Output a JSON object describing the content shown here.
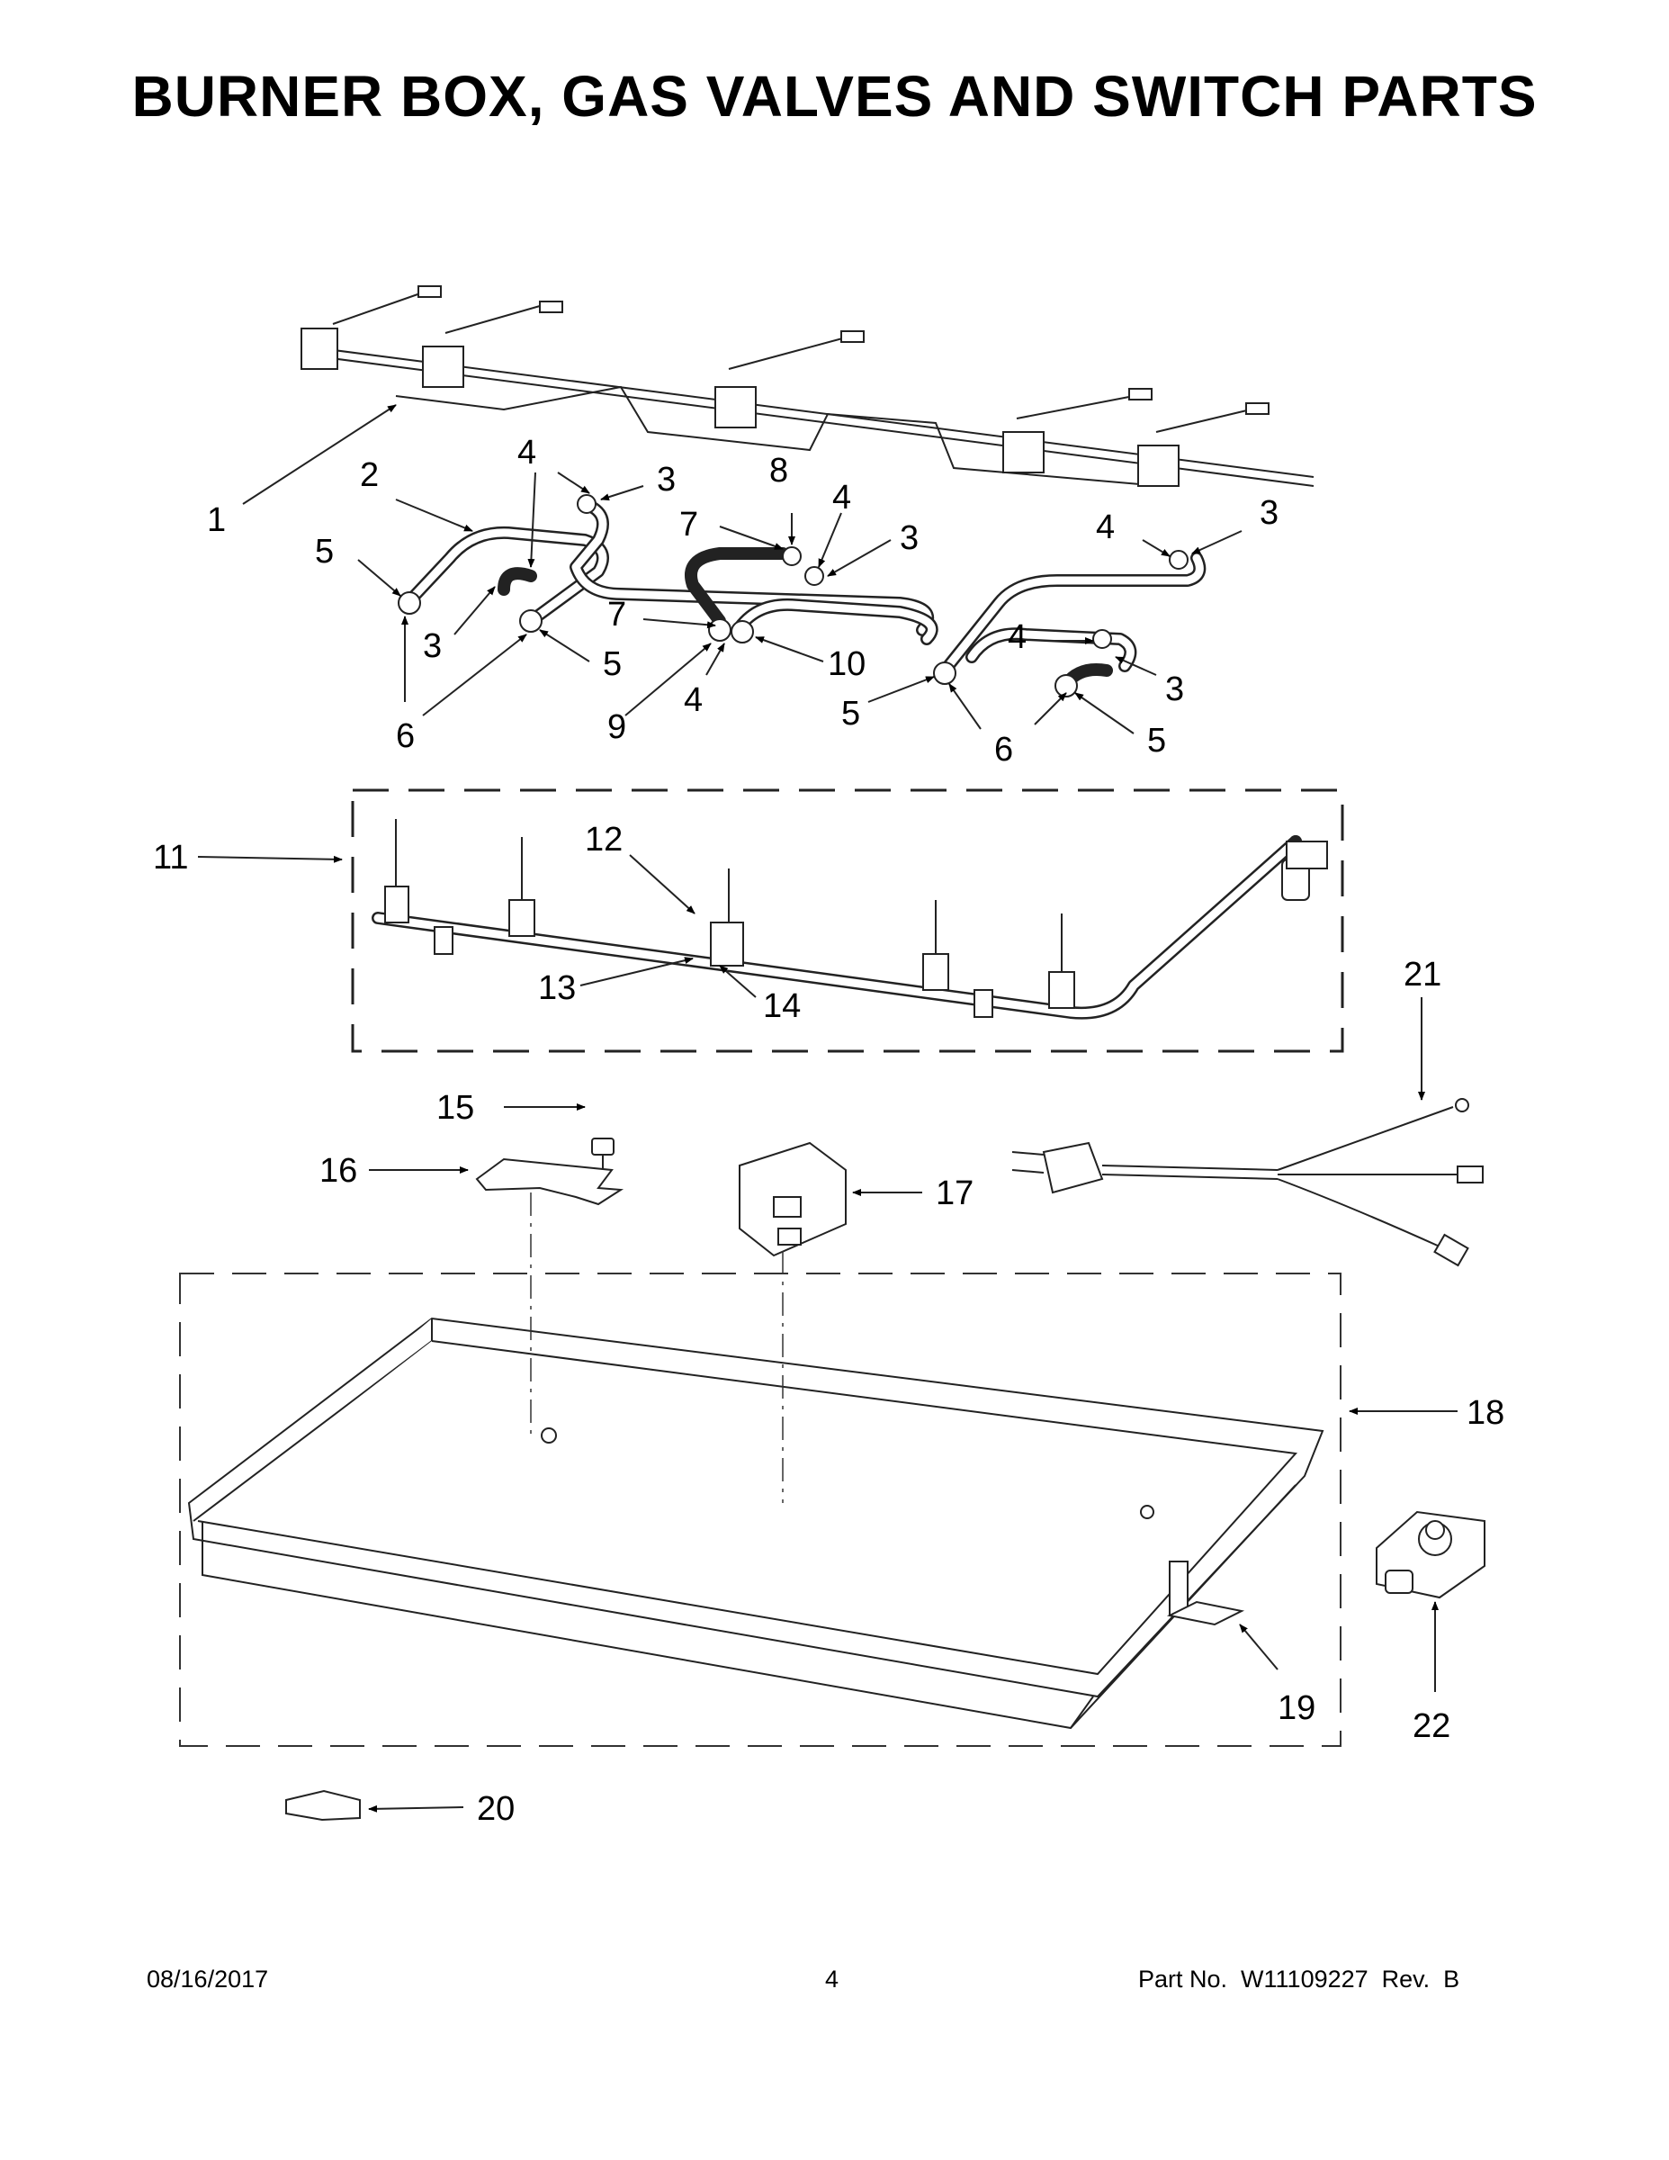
{
  "page": {
    "title": "BURNER BOX, GAS VALVES AND SWITCH PARTS",
    "footer": {
      "date": "08/16/2017",
      "page_number": "4",
      "part_info": "Part No.  W11109227  Rev.  B"
    }
  },
  "callouts": {
    "c1": "1",
    "c2": "2",
    "c3a": "3",
    "c3b": "3",
    "c3c": "3",
    "c3d": "3",
    "c3e": "3",
    "c4a": "4",
    "c4b": "4",
    "c4c": "4",
    "c4d": "4",
    "c4e": "4",
    "c5a": "5",
    "c5b": "5",
    "c5c": "5",
    "c5d": "5",
    "c6a": "6",
    "c6b": "6",
    "c7a": "7",
    "c7b": "7",
    "c8": "8",
    "c9": "9",
    "c10": "10",
    "c11": "11",
    "c12": "12",
    "c13": "13",
    "c14": "14",
    "c15": "15",
    "c16": "16",
    "c17": "17",
    "c18": "18",
    "c19": "19",
    "c20": "20",
    "c21": "21",
    "c22": "22"
  }
}
